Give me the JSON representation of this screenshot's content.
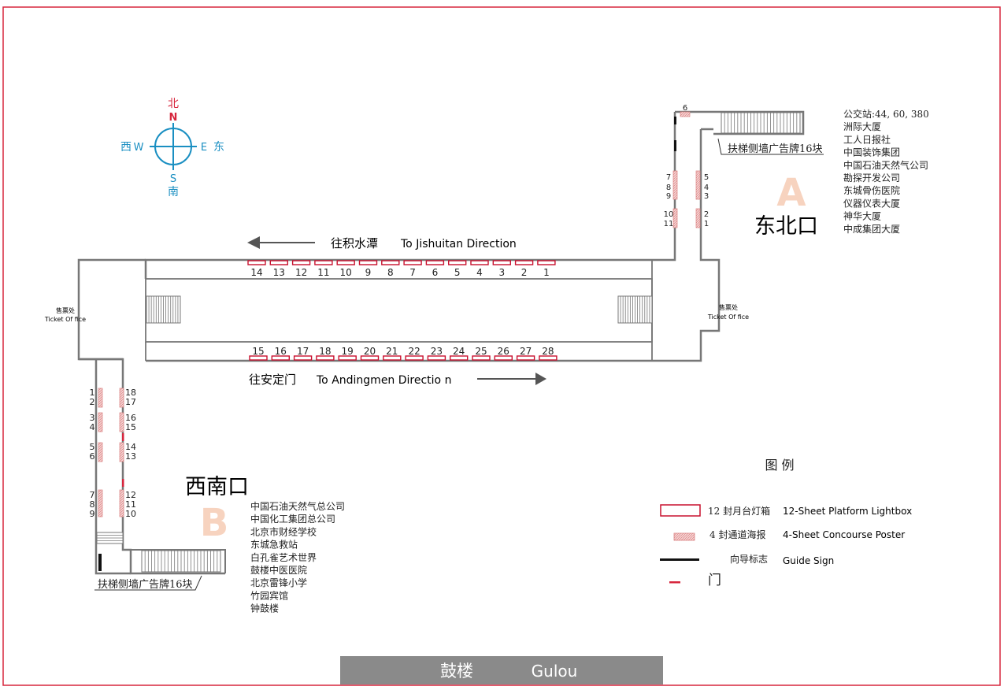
{
  "compass": {
    "north_cn": "北",
    "north": "N",
    "south": "S",
    "south_cn": "南",
    "west_cn": "西",
    "west": "W",
    "east": "E",
    "east_cn": "东",
    "ring_color": "#1a8fc2",
    "north_color": "#d7263d"
  },
  "directions": {
    "west_cn": "往积水潭",
    "west_en": "To Jishuitan Direction",
    "east_cn": "往安定门",
    "east_en": "To Andingmen Directio n"
  },
  "ticket_office": {
    "cn": "售票处",
    "en": "Ticket Of fice"
  },
  "exit_a": {
    "letter": "A",
    "name": "东北口",
    "escalator_label": "扶梯侧墙广告牌16块",
    "nearby": [
      "公交站:44, 60, 380",
      "洲际大厦",
      "工人日报社",
      "中国装饰集团",
      "中国石油天然气公司",
      "勘探开发公司",
      "东城骨伤医院",
      "仪器仪表大厦",
      "神华大厦",
      "中成集团大厦"
    ]
  },
  "exit_b": {
    "letter": "B",
    "name": "西南口",
    "escalator_label": "扶梯侧墙广告牌16块",
    "nearby": [
      "中国石油天然气总公司",
      "中国化工集团总公司",
      "北京市财经学校",
      "东城急救站",
      "白孔雀艺术世界",
      "鼓楼中医医院",
      "北京雷锋小学",
      "竹园宾馆",
      "钟鼓楼"
    ]
  },
  "platform_top": [
    "14",
    "13",
    "12",
    "11",
    "10",
    "9",
    "8",
    "7",
    "6",
    "5",
    "4",
    "3",
    "2",
    "1"
  ],
  "platform_bottom": [
    "15",
    "16",
    "17",
    "18",
    "19",
    "20",
    "21",
    "22",
    "23",
    "24",
    "25",
    "26",
    "27",
    "28"
  ],
  "a_posters": {
    "top": "6",
    "left": [
      "7",
      "8",
      "9",
      "10",
      "11"
    ],
    "right": [
      "5",
      "4",
      "3",
      "2",
      "1"
    ]
  },
  "b_posters": {
    "left": [
      "1",
      "2",
      "3",
      "4",
      "5",
      "6",
      "7",
      "8",
      "9"
    ],
    "right": [
      "18",
      "17",
      "16",
      "15",
      "14",
      "13",
      "12",
      "11",
      "10"
    ]
  },
  "legend": {
    "title": "图    例",
    "items": [
      {
        "symbol": "lightbox",
        "cn": "12 封月台灯箱",
        "en": "12-Sheet Platform Lightbox"
      },
      {
        "symbol": "poster",
        "cn": "4 封通道海报",
        "en": "4-Sheet  Concourse Poster"
      },
      {
        "symbol": "guide",
        "cn": "向导标志",
        "en": "Guide Sign"
      },
      {
        "symbol": "door",
        "cn": "门",
        "en": ""
      }
    ]
  },
  "station": {
    "cn": "鼓楼",
    "en": "Gulou"
  },
  "colors": {
    "frame": "#d7263d",
    "wall": "#777777",
    "lightbox": "#c8102e",
    "poster_fill": "#f4c4c4",
    "exit_letter": "#f7d3bf",
    "banner": "#8a8a8a"
  }
}
